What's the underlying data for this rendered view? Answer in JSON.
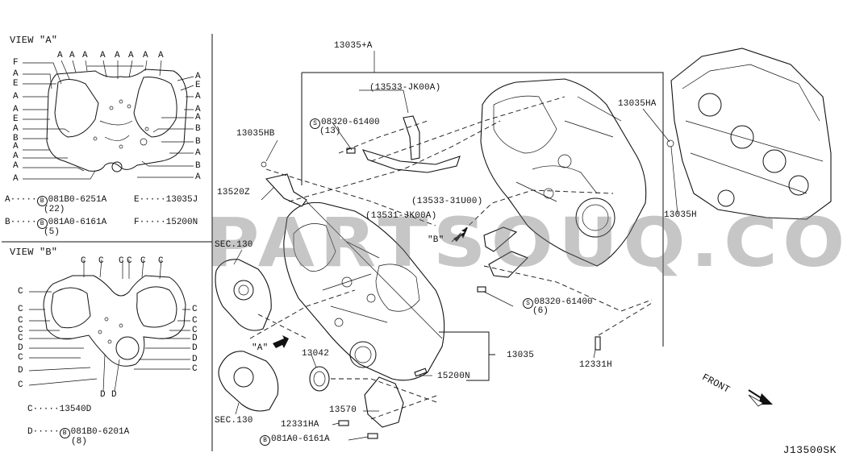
{
  "view_a": {
    "title": "VIEW \"A\"",
    "legend": [
      {
        "letter": "A",
        "circle": "B",
        "code": "081B0-6251A",
        "qty": "(22)",
        "letter2": "E",
        "code2": "13035J"
      },
      {
        "letter": "B",
        "circle": "B",
        "code": "081A0-6161A",
        "qty": "(5)",
        "letter2": "F",
        "code2": "15200N"
      }
    ],
    "top_letters": [
      "A",
      "A",
      "A",
      "A",
      "A",
      "A",
      "A",
      "A"
    ],
    "left_letters": [
      "F",
      "A",
      "E",
      "A",
      "A",
      "E",
      "A",
      "B",
      "A",
      "A",
      "A",
      "A"
    ],
    "right_letters": [
      "A",
      "E",
      "A",
      "A",
      "A",
      "B",
      "B",
      "A",
      "B",
      "A"
    ]
  },
  "view_b": {
    "title": "VIEW \"B\"",
    "legend": [
      {
        "letter": "C",
        "circle": "",
        "code": "13540D",
        "qty": ""
      },
      {
        "letter": "D",
        "circle": "B",
        "code": "081B0-6201A",
        "qty": "(8)"
      }
    ],
    "top_letters": [
      "C",
      "C",
      "C",
      "C",
      "C",
      "C"
    ],
    "left_letters": [
      "C",
      "C",
      "C",
      "C",
      "C",
      "D",
      "C",
      "D",
      "C"
    ],
    "right_letters": [
      "C",
      "C",
      "C",
      "D",
      "D",
      "D",
      "C"
    ],
    "bottom_letters": [
      "D",
      "D"
    ]
  },
  "callouts": {
    "p13035A": "13035+A",
    "p13533JK00A": "(13533-JK00A)",
    "bolt_top_code": "08320-61400",
    "bolt_top_qty": "(13)",
    "p13035HB": "13035HB",
    "p13520Z": "13520Z",
    "p13533_31U00": "(13533-31U00)",
    "p13531JK00A": "(13531-JK00A)",
    "p13035HA": "13035HA",
    "p13035H": "13035H",
    "sec130_top": "SEC.130",
    "view_b_arrow": "\"B\"",
    "bolt_mid_code": "08320-61400",
    "bolt_mid_qty": "(6)",
    "view_a_arrow": "\"A\"",
    "p13042": "13042",
    "p13035": "13035",
    "p12331H": "12331H",
    "p15200N": "15200N",
    "p13570": "13570",
    "sec130_bottom": "SEC.130",
    "p12331HA": "12331HA",
    "bolt_bottom_code": "081A0-6161A",
    "front": "FRONT"
  },
  "watermark": "PARTSOUQ.COM",
  "diagram_id": "J13500SK"
}
